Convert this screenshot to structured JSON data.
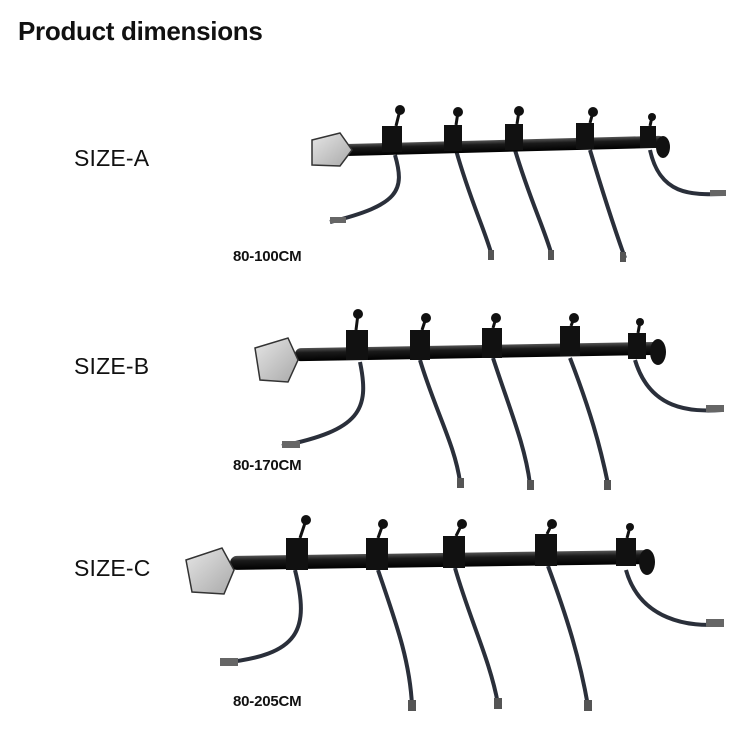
{
  "title": "Product dimensions",
  "sizes": [
    {
      "name": "SIZE-A",
      "range": "80-100CM"
    },
    {
      "name": "SIZE-B",
      "range": "80-170CM"
    },
    {
      "name": "SIZE-C",
      "range": "80-205CM"
    }
  ],
  "product": {
    "icon": "telescopic-rod-with-gooseneck-clamps",
    "rod_color": "#1a1a1a",
    "end_pad_color": "#cfcfcf",
    "hose_color": "#2a2f3a"
  }
}
